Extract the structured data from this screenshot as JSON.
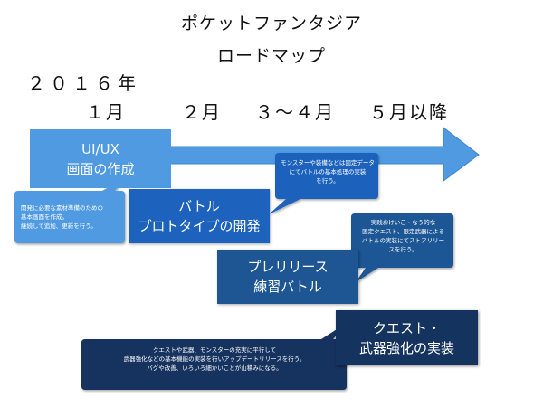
{
  "title": {
    "line1": "ポケットファンタジア",
    "line2": "ロードマップ"
  },
  "year": "２０１６年",
  "months": {
    "m1": "１月",
    "m2": "２月",
    "m3": "３〜４月",
    "m5": "５月以降"
  },
  "phases": {
    "ui": {
      "line1": "UI/UX",
      "line2": "画面の作成"
    },
    "battle": {
      "line1": "バトル",
      "line2": "プロトタイプの開発"
    },
    "prerelease": {
      "line1": "プレリリース",
      "line2": "練習バトル"
    },
    "quest": {
      "line1": "クエスト・",
      "line2": "武器強化の実装"
    }
  },
  "callouts": {
    "ui": {
      "line1": "開発に必要な素材準備のための",
      "line2": "基本画面を作成。",
      "line3": "継続して追加、更新を行う。"
    },
    "battle": {
      "line1": "モンスターや装備などは固定データ",
      "line2": "にてバトルの基本処理の実装",
      "line3": "を行う。"
    },
    "prerelease": {
      "line1": "実践おけいこ・なう的な",
      "line2": "固定クエスト、限定武器による",
      "line3": "バトルの実装にてストアリリー",
      "line4": "スを行う。"
    },
    "quest": {
      "line1": "クエストや武器、モンスターの充実に平行して",
      "line2": "武器強化などの基本機能の実装を行いアップデートリリースを行う。",
      "line3": "バグや改善、いろいろ細かいことが山積みになる。"
    }
  },
  "colors": {
    "arrow": "#4f9ae0",
    "ui_box": "#4f9ae0",
    "battle_box": "#1d62bd",
    "prerelease_box": "#1e5694",
    "quest_box": "#15335f"
  }
}
